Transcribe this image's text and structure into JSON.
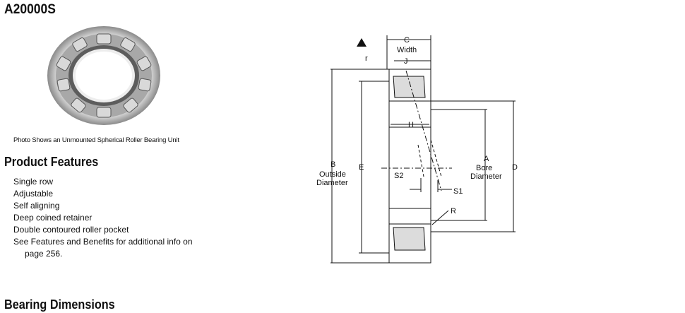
{
  "product": {
    "title": "A20000S",
    "photo_caption": "Photo Shows an Unmounted Spherical Roller Bearing Unit"
  },
  "features": {
    "heading": "Product Features",
    "items": [
      "Single row",
      "Adjustable",
      "Self aligning",
      "Deep coined retainer",
      "Double contoured roller pocket"
    ],
    "see_also_line1": "See Features and Benefits for additional info on",
    "see_also_line2": "page 256."
  },
  "diagram": {
    "c_label": "C",
    "width_label": "Width",
    "j_label": "J",
    "r_small_label": "r",
    "b_label": "B",
    "outside_label": "Outside",
    "diameter_label_b": "Diameter",
    "e_label": "E",
    "h_label": "H",
    "s2_label": "S2",
    "s1_label": "S1",
    "a_label": "A",
    "bore_label": "Bore",
    "diameter_label_a": "Diameter",
    "d_label": "D",
    "r_large_label": "R"
  },
  "dimensions": {
    "heading": "Bearing Dimensions"
  }
}
